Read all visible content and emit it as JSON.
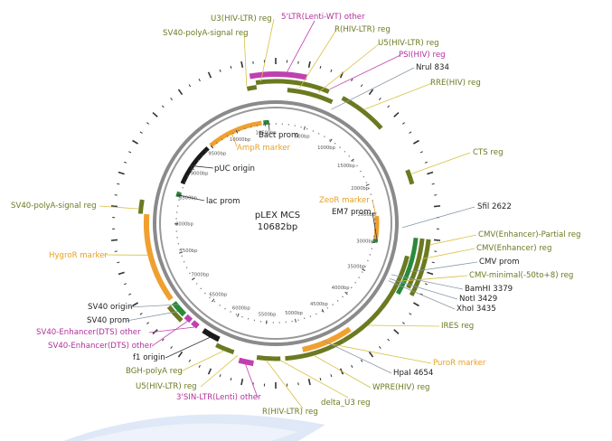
{
  "plasmid": {
    "name": "pLEX MCS",
    "size_label": "10682bp",
    "length_bp": 10682
  },
  "colors": {
    "backbone": "#8a8a8a",
    "feature_olive": "#6b7a21",
    "feature_orange": "#f0a030",
    "feature_magenta": "#c040b0",
    "feature_green": "#2a8a3a",
    "feature_black": "#1a1a1a",
    "label_black": "#222222",
    "label_olive": "#6b7a21",
    "label_orange": "#e8a020",
    "label_magenta": "#b0309a",
    "leader_yellow": "#d8c040",
    "leader_gray": "#8899aa"
  },
  "bp_ticks": [
    "500bp",
    "1000bp",
    "1500bp",
    "2000bp",
    "2500bp",
    "3000bp",
    "3500bp",
    "4000bp",
    "4500bp",
    "5000bp",
    "5500bp",
    "6000bp",
    "6500bp",
    "7000bp",
    "7500bp",
    "8000bp",
    "8500bp",
    "9000bp",
    "9500bp",
    "10000bp",
    "10500bp"
  ],
  "labels": [
    {
      "text": "U3(HIV-LTR) reg",
      "color": "olive"
    },
    {
      "text": "5'LTR(Lenti-WT) other",
      "color": "magenta"
    },
    {
      "text": "SV40-polyA-signal reg",
      "color": "olive"
    },
    {
      "text": "R(HIV-LTR) reg",
      "color": "olive"
    },
    {
      "text": "U5(HIV-LTR) reg",
      "color": "olive"
    },
    {
      "text": "PSI(HIV) reg",
      "color": "magenta"
    },
    {
      "text": "Nrul 834",
      "color": "black"
    },
    {
      "text": "RRE(HIV) reg",
      "color": "olive"
    },
    {
      "text": "CTS reg",
      "color": "olive"
    },
    {
      "text": "Sfil 2622",
      "color": "black"
    },
    {
      "text": "CMV(Enhancer)-Partial reg",
      "color": "olive"
    },
    {
      "text": "CMV(Enhancer) reg",
      "color": "olive"
    },
    {
      "text": "CMV prom",
      "color": "black"
    },
    {
      "text": "CMV-minimal(-50to+8) reg",
      "color": "olive"
    },
    {
      "text": "BamHI 3379",
      "color": "black"
    },
    {
      "text": "NotI 3429",
      "color": "black"
    },
    {
      "text": "XhoI 3435",
      "color": "black"
    },
    {
      "text": "IRES reg",
      "color": "olive"
    },
    {
      "text": "PuroR marker",
      "color": "orange"
    },
    {
      "text": "HpaI 4654",
      "color": "black"
    },
    {
      "text": "WPRE(HIV) reg",
      "color": "olive"
    },
    {
      "text": "delta_U3 reg",
      "color": "olive"
    },
    {
      "text": "R(HIV-LTR) reg",
      "color": "olive"
    },
    {
      "text": "3'SIN-LTR(Lenti) other",
      "color": "magenta"
    },
    {
      "text": "U5(HIV-LTR) reg",
      "color": "olive"
    },
    {
      "text": "BGH-polyA reg",
      "color": "olive"
    },
    {
      "text": "f1 origin",
      "color": "black"
    },
    {
      "text": "SV40-Enhancer(DTS) other",
      "color": "magenta"
    },
    {
      "text": "SV40-Enhancer(DTS) other",
      "color": "magenta"
    },
    {
      "text": "SV40 prom",
      "color": "black"
    },
    {
      "text": "SV40 origin",
      "color": "black"
    },
    {
      "text": "HygroR marker",
      "color": "orange"
    },
    {
      "text": "SV40-polyA-signal reg",
      "color": "olive"
    },
    {
      "text": "Bact prom",
      "color": "black"
    },
    {
      "text": "AmpR marker",
      "color": "orange"
    },
    {
      "text": "pUC origin",
      "color": "black"
    },
    {
      "text": "lac prom",
      "color": "black"
    },
    {
      "text": "ZeoR marker",
      "color": "orange"
    },
    {
      "text": "EM7 prom",
      "color": "black"
    }
  ]
}
